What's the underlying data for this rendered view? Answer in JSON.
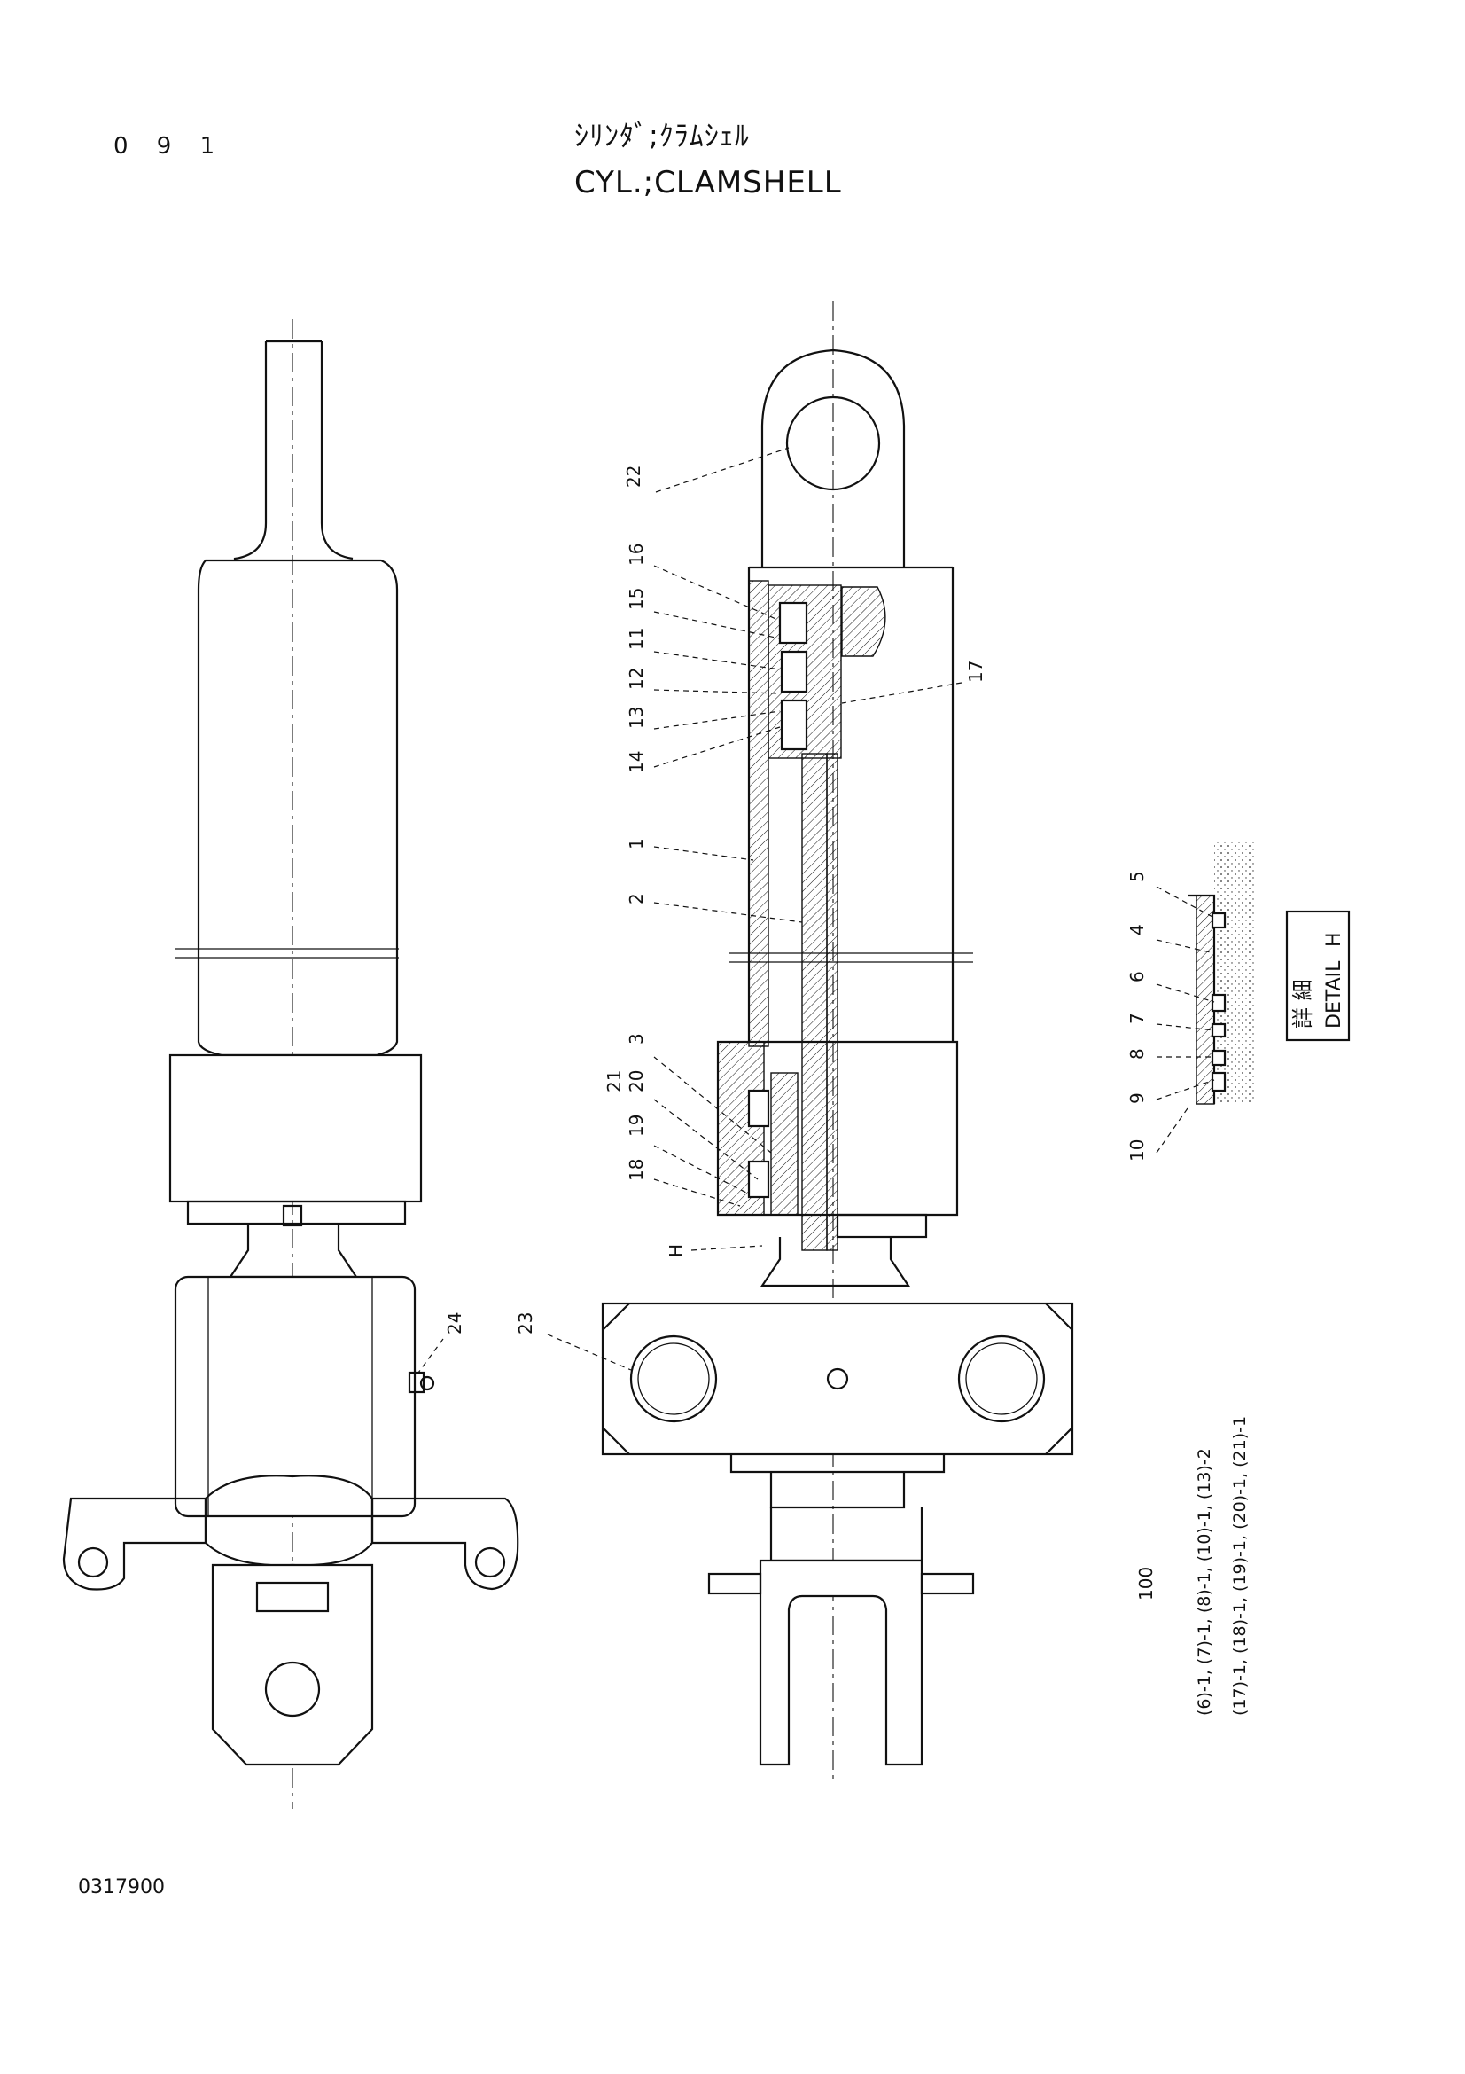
{
  "header": {
    "page_number": "0 9 1",
    "title_jp": "ｼﾘﾝﾀﾞ;ｸﾗﾑｼｪﾙ",
    "title_en": "CYL.;CLAMSHELL"
  },
  "footer": {
    "drawing_number": "0317900"
  },
  "callouts": {
    "c1": "1",
    "c2": "2",
    "c3": "3",
    "c4": "4",
    "c5": "5",
    "c6": "6",
    "c7": "7",
    "c8": "8",
    "c9": "9",
    "c10": "10",
    "c11": "11",
    "c12": "12",
    "c13": "13",
    "c14": "14",
    "c15": "15",
    "c16": "16",
    "c17": "17",
    "c18": "18",
    "c19": "19",
    "c20": "20",
    "c21": "21",
    "c22": "22",
    "c23": "23",
    "c24": "24",
    "h": "H"
  },
  "detail_box": {
    "jp": "詳 細",
    "label": "DETAIL",
    "ref": "H"
  },
  "kit": {
    "main": "100",
    "row1": "(6)-1, (7)-1, (8)-1, (10)-1, (13)-2",
    "row2": "(17)-1, (18)-1, (19)-1, (20)-1, (21)-1"
  }
}
